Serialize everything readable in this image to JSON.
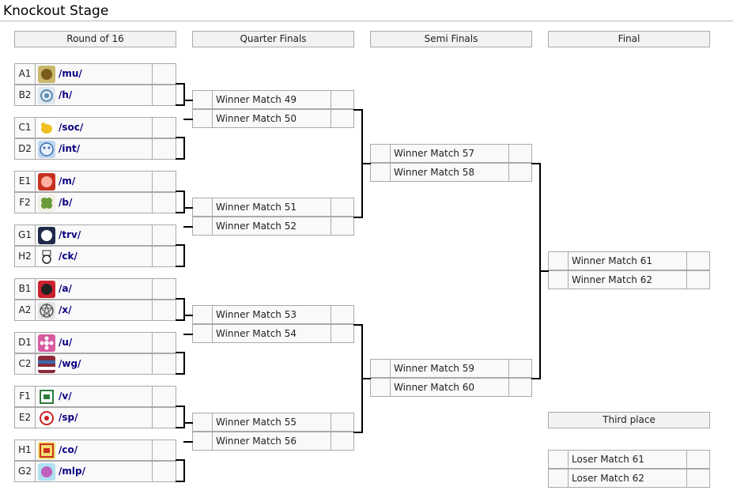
{
  "page_title": "Knockout Stage",
  "columns": [
    "Round of 16",
    "Quarter Finals",
    "Semi Finals",
    "Final"
  ],
  "third_place_header": "Third place",
  "round_of_16": [
    {
      "seed": "A1",
      "team": "/mu/",
      "icon": "mu-logo-icon"
    },
    {
      "seed": "B2",
      "team": "/h/",
      "icon": "h-logo-icon"
    },
    {
      "seed": "C1",
      "team": "/soc/",
      "icon": "soc-logo-icon"
    },
    {
      "seed": "D2",
      "team": "/int/",
      "icon": "int-logo-icon"
    },
    {
      "seed": "E1",
      "team": "/m/",
      "icon": "m-logo-icon"
    },
    {
      "seed": "F2",
      "team": "/b/",
      "icon": "b-clover-icon"
    },
    {
      "seed": "G1",
      "team": "/trv/",
      "icon": "trv-logo-icon"
    },
    {
      "seed": "H2",
      "team": "/ck/",
      "icon": "ck-chef-icon"
    },
    {
      "seed": "B1",
      "team": "/a/",
      "icon": "a-logo-icon"
    },
    {
      "seed": "A2",
      "team": "/x/",
      "icon": "x-pentagram-icon"
    },
    {
      "seed": "D1",
      "team": "/u/",
      "icon": "u-flower-icon"
    },
    {
      "seed": "C2",
      "team": "/wg/",
      "icon": "wg-logo-icon"
    },
    {
      "seed": "F1",
      "team": "/v/",
      "icon": "v-logo-icon"
    },
    {
      "seed": "E2",
      "team": "/sp/",
      "icon": "sp-crest-icon"
    },
    {
      "seed": "H1",
      "team": "/co/",
      "icon": "co-comics-icon"
    },
    {
      "seed": "G2",
      "team": "/mlp/",
      "icon": "mlp-pony-icon"
    }
  ],
  "quarter_finals": [
    "Winner Match 49",
    "Winner Match 50",
    "Winner Match 51",
    "Winner Match 52",
    "Winner Match 53",
    "Winner Match 54",
    "Winner Match 55",
    "Winner Match 56"
  ],
  "semi_finals": [
    "Winner Match 57",
    "Winner Match 58",
    "Winner Match 59",
    "Winner Match 60"
  ],
  "final": [
    "Winner Match 61",
    "Winner Match 62"
  ],
  "third_place": [
    "Loser Match 61",
    "Loser Match 62"
  ],
  "colors": {
    "link": "#0b0080",
    "cell_bg": "#f9f9f9",
    "header_bg": "#f2f2f2",
    "border": "#aaaaaa"
  }
}
